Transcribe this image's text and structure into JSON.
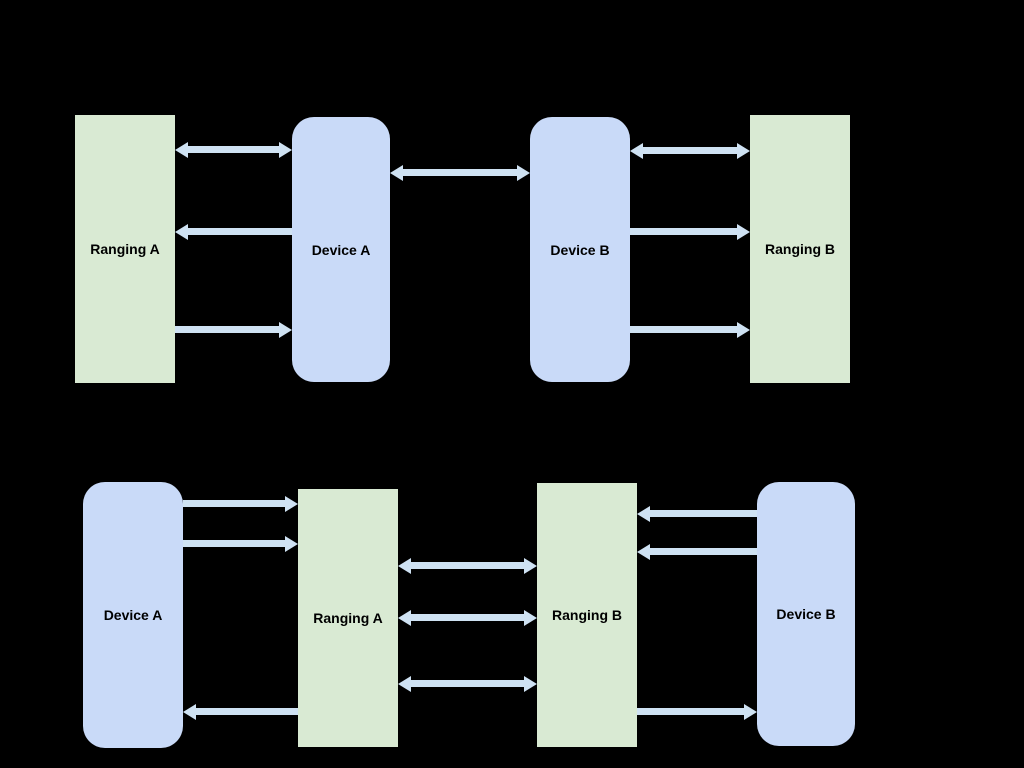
{
  "colors": {
    "background": "#000000",
    "device_box_fill": "#c9daf8",
    "ranging_box_fill": "#d9ead3",
    "arrow": "#cfe2f3",
    "label_text": "#000000"
  },
  "top_diagram": {
    "labels": {
      "ranging_a": "Ranging A",
      "device_a": "Device A",
      "device_b": "Device B",
      "ranging_b": "Ranging B"
    },
    "connections": [
      {
        "from": "Ranging A",
        "to": "Device A",
        "bidirectional": true,
        "position": "top"
      },
      {
        "from": "Device A",
        "to": "Ranging A",
        "bidirectional": false,
        "position": "middle"
      },
      {
        "from": "Ranging A",
        "to": "Device A",
        "bidirectional": false,
        "position": "bottom"
      },
      {
        "from": "Device A",
        "to": "Device B",
        "bidirectional": true,
        "position": "center-link"
      },
      {
        "from": "Device B",
        "to": "Ranging B",
        "bidirectional": true,
        "position": "top"
      },
      {
        "from": "Device B",
        "to": "Ranging B",
        "bidirectional": false,
        "position": "middle"
      },
      {
        "from": "Device B",
        "to": "Ranging B",
        "bidirectional": false,
        "position": "bottom"
      }
    ]
  },
  "bottom_diagram": {
    "labels": {
      "device_a": "Device A",
      "ranging_a": "Ranging A",
      "ranging_b": "Ranging B",
      "device_b": "Device B"
    },
    "connections": [
      {
        "from": "Device A",
        "to": "Ranging A",
        "bidirectional": false,
        "position": "top"
      },
      {
        "from": "Device A",
        "to": "Ranging A",
        "bidirectional": false,
        "position": "upper"
      },
      {
        "from": "Ranging A",
        "to": "Device A",
        "bidirectional": false,
        "position": "bottom"
      },
      {
        "from": "Ranging A",
        "to": "Ranging B",
        "bidirectional": true,
        "position": "link-1"
      },
      {
        "from": "Ranging A",
        "to": "Ranging B",
        "bidirectional": true,
        "position": "link-2"
      },
      {
        "from": "Ranging A",
        "to": "Ranging B",
        "bidirectional": true,
        "position": "link-3"
      },
      {
        "from": "Device B",
        "to": "Ranging B",
        "bidirectional": false,
        "position": "top"
      },
      {
        "from": "Device B",
        "to": "Ranging B",
        "bidirectional": false,
        "position": "upper"
      },
      {
        "from": "Ranging B",
        "to": "Device B",
        "bidirectional": false,
        "position": "bottom"
      }
    ]
  }
}
